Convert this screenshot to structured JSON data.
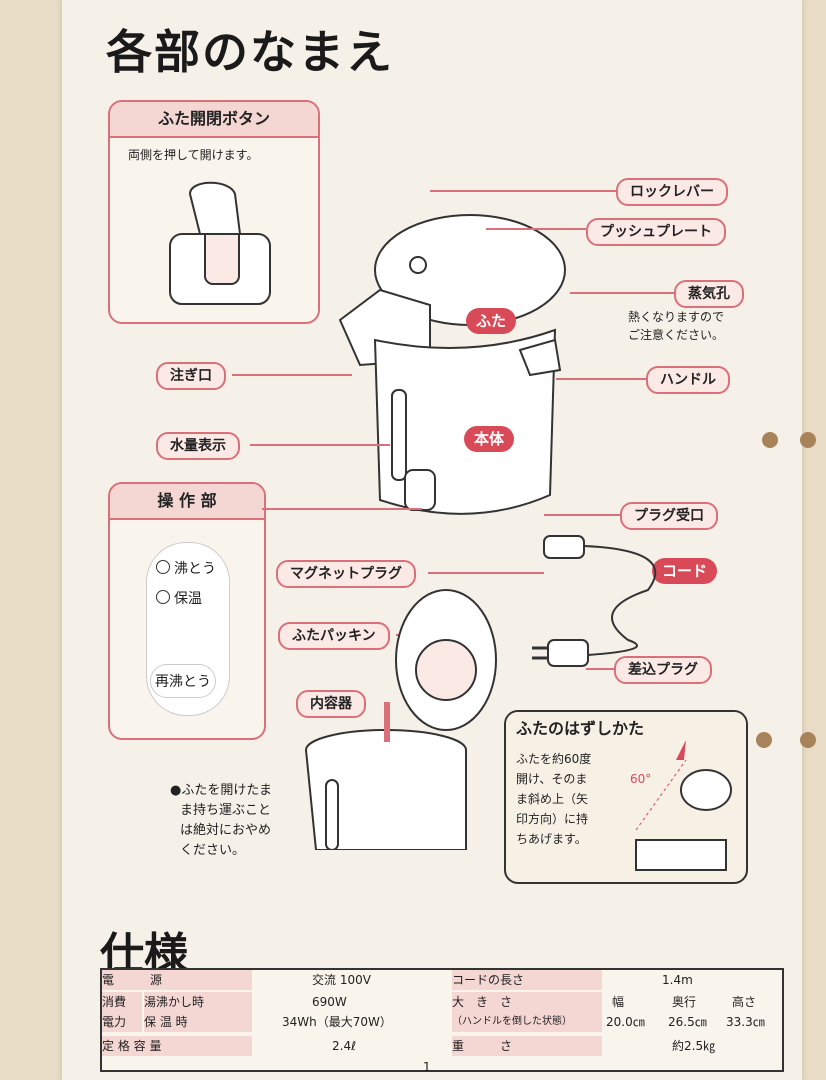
{
  "title": "各部のなまえ",
  "lid_box": {
    "header": "ふた開閉ボタン",
    "text": "両側を押して開けます。"
  },
  "labels": {
    "lock_lever": "ロックレバー",
    "push_plate": "プッシュプレート",
    "steam_hole": "蒸気孔",
    "steam_note_1": "熱くなりますので",
    "steam_note_2": "ご注意ください。",
    "handle": "ハンドル",
    "spout": "注ぎ口",
    "water_gauge": "水量表示",
    "plug_receptacle": "プラグ受口",
    "magnet_plug": "マグネットプラグ",
    "lid_packing": "ふたパッキン",
    "inner_container": "内容器",
    "plug": "差込プラグ",
    "lid": "ふた",
    "body": "本体",
    "cord": "コード"
  },
  "control_box": {
    "header": "操 作 部",
    "boil": "沸とう",
    "keep_warm": "保温",
    "reboil": "再沸とう"
  },
  "warning": {
    "line1": "●ふたを開けたま",
    "line2": "ま持ち運ぶこと",
    "line3": "は絶対におやめ",
    "line4": "ください。"
  },
  "removal_box": {
    "header": "ふたのはずしかた",
    "line1": "ふたを約60度",
    "line2": "開け、そのま",
    "line3": "ま斜め上（矢",
    "line4": "印方向）に持",
    "line5": "ちあげます。",
    "angle": "60°"
  },
  "spec_title": "仕様",
  "specs": {
    "power_label": "電　　　源",
    "power_value": "交流 100V",
    "consumption_label_1": "消費",
    "consumption_label_2": "電力",
    "boiling_label": "湯沸かし時",
    "boiling_value": "690W",
    "keepwarm_label": "保 温 時",
    "keepwarm_value": "34Wh（最大70W）",
    "capacity_label": "定 格 容 量",
    "capacity_value": "2.4ℓ",
    "cord_label": "コードの長さ",
    "cord_value": "1.4m",
    "size_label": "大　き　さ",
    "size_sub": "（ハンドルを倒した状態）",
    "width_label": "幅",
    "width_value": "20.0㎝",
    "depth_label": "奥行",
    "depth_value": "26.5㎝",
    "height_label": "高さ",
    "height_value": "33.3㎝",
    "weight_label": "重　　　さ",
    "weight_value": "約2.5㎏"
  },
  "page_number": "1"
}
